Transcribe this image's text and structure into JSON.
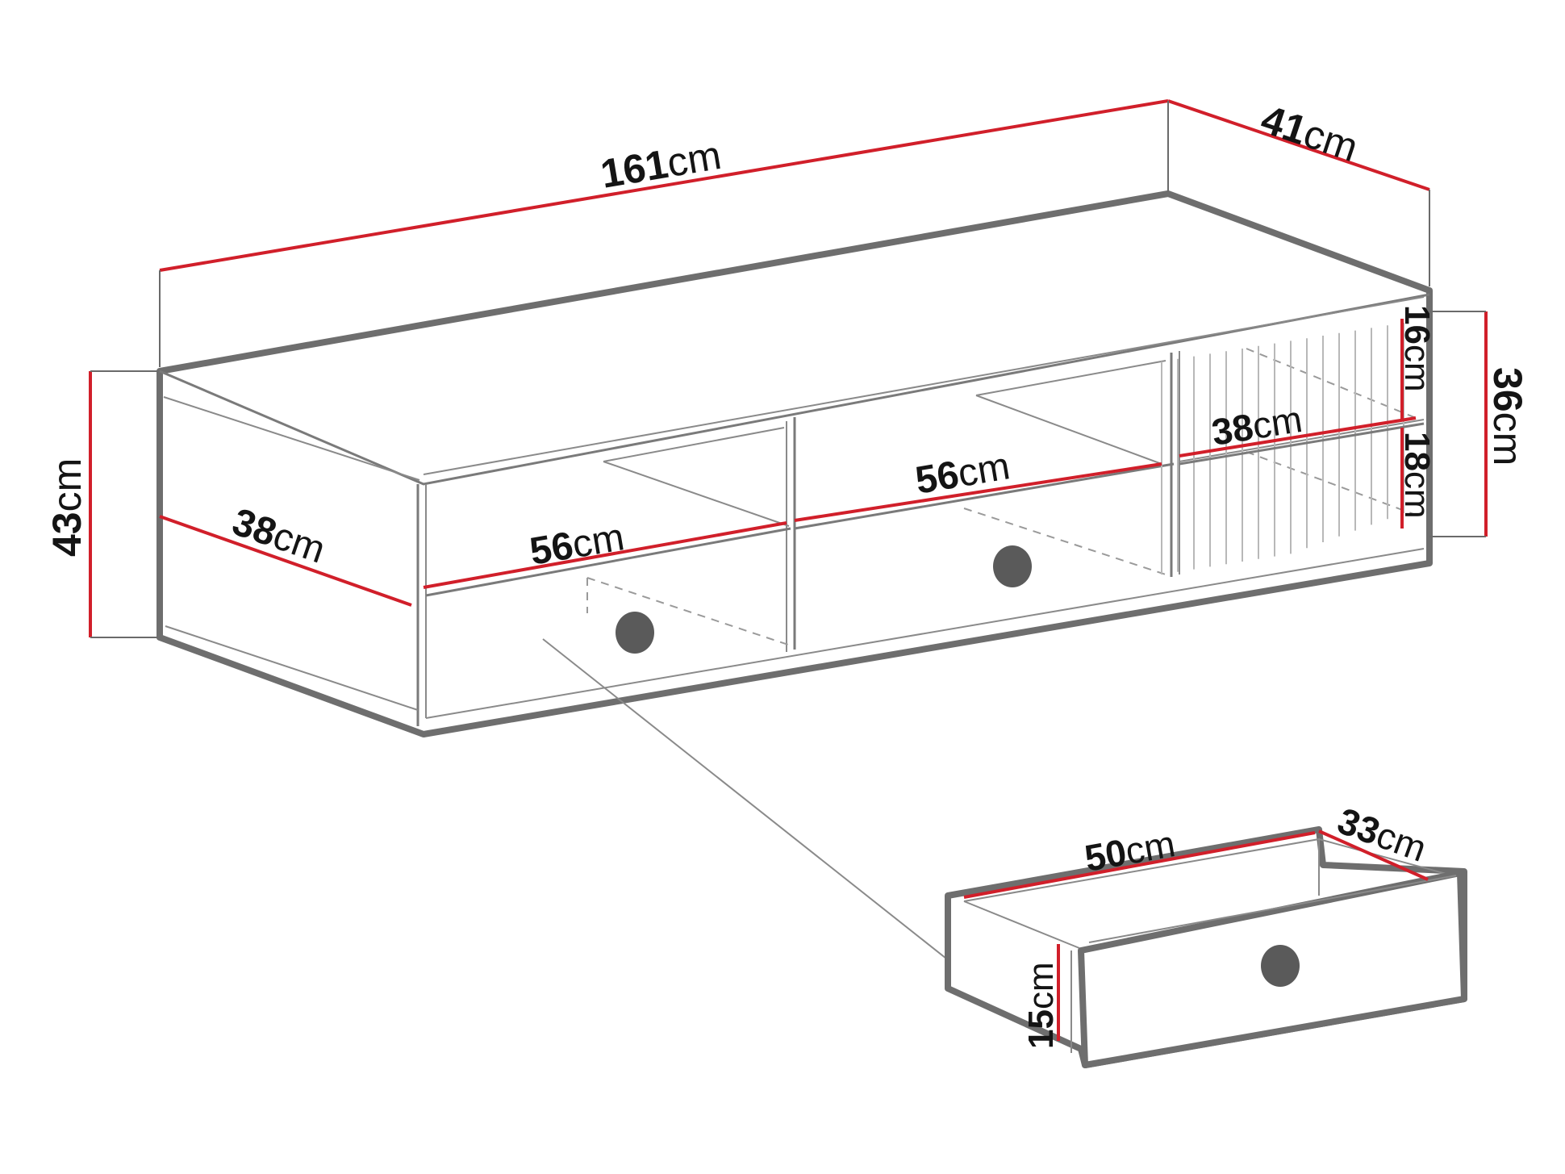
{
  "colors": {
    "dimension_line": "#d11f2a",
    "outline": "#6e6e6e",
    "text": "#141414",
    "knob": "#5a5a5a"
  },
  "dimensions": {
    "total_width": {
      "value": "161",
      "unit": "cm"
    },
    "total_depth": {
      "value": "41",
      "unit": "cm"
    },
    "total_height": {
      "value": "43",
      "unit": "cm"
    },
    "side_depth": {
      "value": "38",
      "unit": "cm"
    },
    "left_drawer_width": {
      "value": "56",
      "unit": "cm"
    },
    "middle_drawer_width": {
      "value": "56",
      "unit": "cm"
    },
    "shelf_width": {
      "value": "38",
      "unit": "cm"
    },
    "upper_shelf_height": {
      "value": "16",
      "unit": "cm"
    },
    "lower_shelf_height": {
      "value": "18",
      "unit": "cm"
    },
    "shelf_unit_height": {
      "value": "36",
      "unit": "cm"
    },
    "drawer_inner_width": {
      "value": "50",
      "unit": "cm"
    },
    "drawer_inner_depth": {
      "value": "33",
      "unit": "cm"
    },
    "drawer_height": {
      "value": "15",
      "unit": "cm"
    }
  },
  "icons": {
    "knob": "round-knob-icon"
  }
}
